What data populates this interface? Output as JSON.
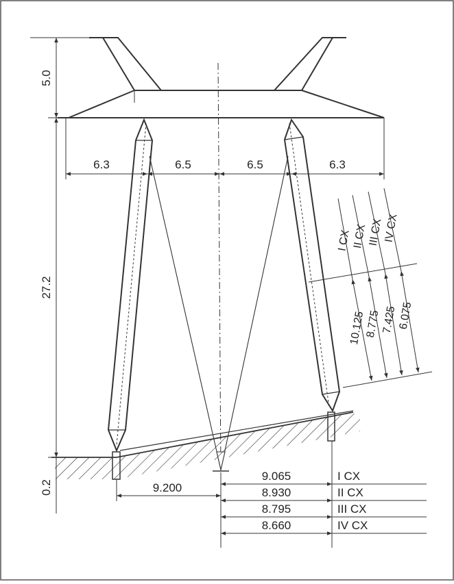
{
  "drawing": {
    "vertical_dims": {
      "top": "5.0",
      "middle": "27.2",
      "bottom": "0.2"
    },
    "horizontal_dims": {
      "left_outer": "6.3",
      "left_inner": "6.5",
      "right_inner": "6.5",
      "right_outer": "6.3"
    },
    "left_base_offset": "9.200",
    "right_leg_cases": {
      "labels": [
        "I CX",
        "II CX",
        "III CX",
        "IV CX"
      ],
      "lengths": [
        "10.125",
        "8.775",
        "7.425",
        "6.075"
      ]
    },
    "base_offsets": {
      "values": [
        "9.065",
        "8.930",
        "8.795",
        "8.660"
      ],
      "labels": [
        "I CX",
        "II CX",
        "III CX",
        "IV CX"
      ]
    }
  },
  "colors": {
    "line": "#333333",
    "background": "#ffffff",
    "border": "#555555"
  }
}
